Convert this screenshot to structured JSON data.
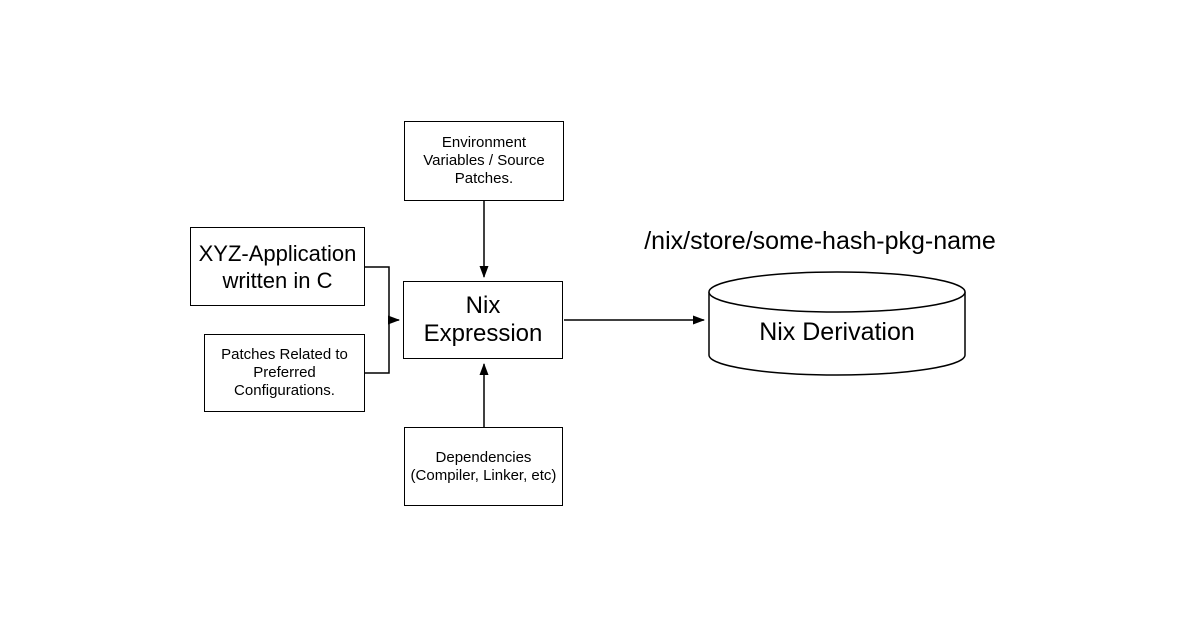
{
  "diagram": {
    "colors": {
      "background": "#ffffff",
      "stroke": "#000000",
      "text": "#000000"
    },
    "nodes": {
      "env_vars": {
        "label": "Environment\nVariables / Source\nPatches.",
        "shape": "rectangle"
      },
      "xyz_app": {
        "label": "XYZ-Application\nwritten in C",
        "shape": "rectangle"
      },
      "config_patches": {
        "label": "Patches Related to\nPreferred\nConfigurations.",
        "shape": "rectangle"
      },
      "nix_expression": {
        "label": "Nix\nExpression",
        "shape": "rectangle"
      },
      "dependencies": {
        "label": "Dependencies\n(Compiler, Linker, etc)",
        "shape": "rectangle"
      },
      "nix_derivation": {
        "label": "Nix Derivation",
        "shape": "cylinder"
      },
      "store_path": {
        "label": "/nix/store/some-hash-pkg-name",
        "shape": "text"
      }
    },
    "edges": [
      {
        "from": "env_vars",
        "to": "nix_expression",
        "direction": "down"
      },
      {
        "from": "xyz_app",
        "to": "nix_expression",
        "direction": "right"
      },
      {
        "from": "config_patches",
        "to": "nix_expression",
        "direction": "right"
      },
      {
        "from": "dependencies",
        "to": "nix_expression",
        "direction": "up"
      },
      {
        "from": "nix_expression",
        "to": "nix_derivation",
        "direction": "right"
      }
    ]
  }
}
